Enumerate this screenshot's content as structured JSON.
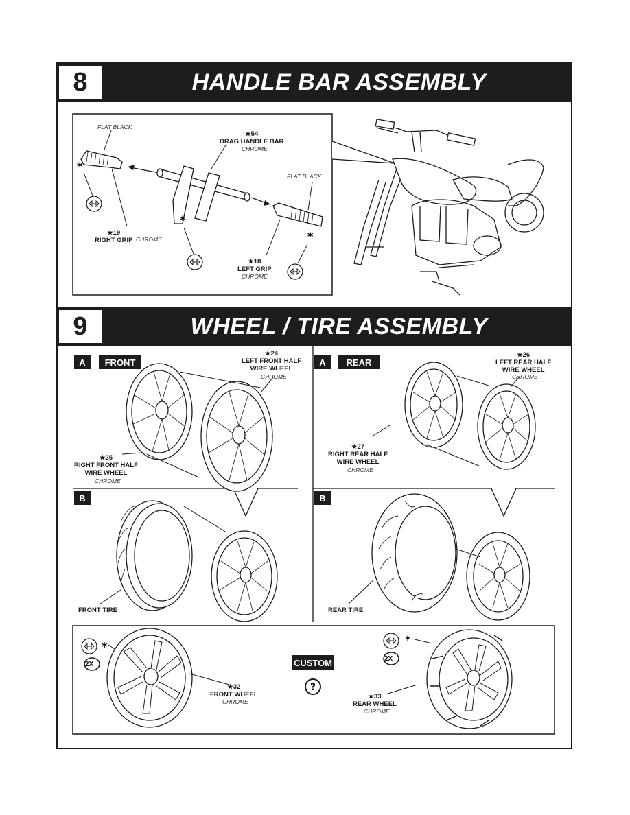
{
  "step8": {
    "number": "8",
    "title": "HANDLE BAR ASSEMBLY",
    "paint_flat_black_left": "FLAT BLACK",
    "paint_flat_black_right": "FLAT BLACK",
    "part_54": {
      "label": "★54\nDRAG HANDLE BAR",
      "paint": "CHROME"
    },
    "part_19": {
      "label": "★19\nRIGHT GRIP",
      "paint": "CHROME"
    },
    "part_18": {
      "label": "★18\nLEFT GRIP",
      "paint": "CHROME"
    }
  },
  "step9": {
    "number": "9",
    "title": "WHEEL / TIRE ASSEMBLY",
    "front": {
      "sub_a": "A",
      "tag": "FRONT",
      "sub_b": "B",
      "part_24": {
        "label": "★24\nLEFT FRONT HALF\nWIRE WHEEL",
        "paint": "CHROME"
      },
      "part_25": {
        "label": "★25\nRIGHT FRONT HALF\nWIRE WHEEL",
        "paint": "CHROME"
      },
      "tire_label": "FRONT TIRE"
    },
    "rear": {
      "sub_a": "A",
      "tag": "REAR",
      "sub_b": "B",
      "part_26": {
        "label": "★26\nLEFT REAR HALF\nWIRE WHEEL",
        "paint": "CHROME"
      },
      "part_27": {
        "label": "★27\nRIGHT REAR HALF\nWIRE WHEEL",
        "paint": "CHROME"
      },
      "tire_label": "REAR TIRE"
    },
    "custom": {
      "tag": "CUSTOM",
      "multiplier_left": "2X",
      "multiplier_right": "2X",
      "part_32": {
        "label": "★32\nFRONT WHEEL",
        "paint": "CHROME"
      },
      "part_33": {
        "label": "★33\nREAR WHEEL",
        "paint": "CHROME"
      }
    }
  }
}
